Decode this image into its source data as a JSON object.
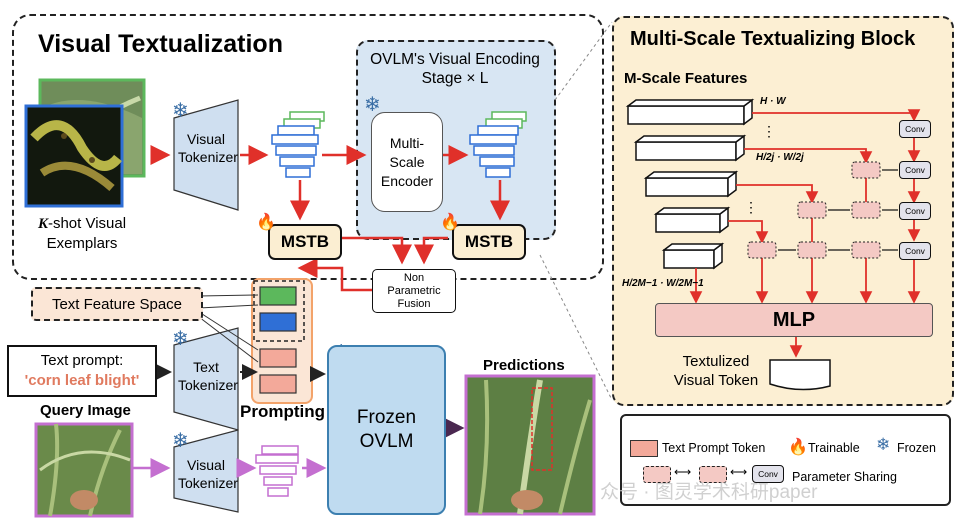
{
  "visual_textualization": {
    "title": "Visual Textualization",
    "kshot_label": "-shot Visual Exemplars",
    "kshot_symbol": "K",
    "tokenizer_label_top": "Visual Tokenizer",
    "encoding_stage_title": "OVLM's Visual Encoding Stage × L",
    "encoder_label": "Multi-Scale Encoder",
    "mstb_left": "MSTB",
    "mstb_right": "MSTB",
    "fusion_label": "Non Parametric Fusion"
  },
  "text_branch": {
    "feature_space_label": "Text Feature Space",
    "prompt_label": "Text prompt:",
    "prompt_value": "'corn leaf blight'",
    "tokenizer_label": "Text Tokenizer",
    "prompting_label": "Prompting"
  },
  "query_branch": {
    "query_label": "Query Image",
    "tokenizer_label": "Visual Tokenizer"
  },
  "frozen_ovlm_label": "Frozen OVLM",
  "predictions_label": "Predictions",
  "ms_block": {
    "title": "Multi-Scale Textualizing Block",
    "features_label": "M-Scale Features",
    "conv_label": "Conv",
    "scale_top": "H · W",
    "scale_mid": "H/2j · W/2j",
    "scale_bottom": "H/2M−1 · W/2M−1",
    "mlp_label": "MLP",
    "output_label": "Textulized Visual Token"
  },
  "legend": {
    "text_prompt_token": "Text Prompt Token",
    "trainable": "Trainable",
    "frozen": "Frozen",
    "parameter_sharing": "Parameter Sharing",
    "conv": "Conv"
  },
  "watermark": "众号 · 图灵学术科研paper",
  "colors": {
    "arrow_red": "#e0302a",
    "arrow_purple": "#c46fd0",
    "panel_yellow": "#fcefd3",
    "stage_blue": "#d8e6f3",
    "frozen_blue": "#bfdbf0",
    "text_token": "#f3a99a",
    "mstb_fill": "#fbeed2",
    "token_green": "#5cb85c",
    "token_blue": "#2f6fd6"
  }
}
